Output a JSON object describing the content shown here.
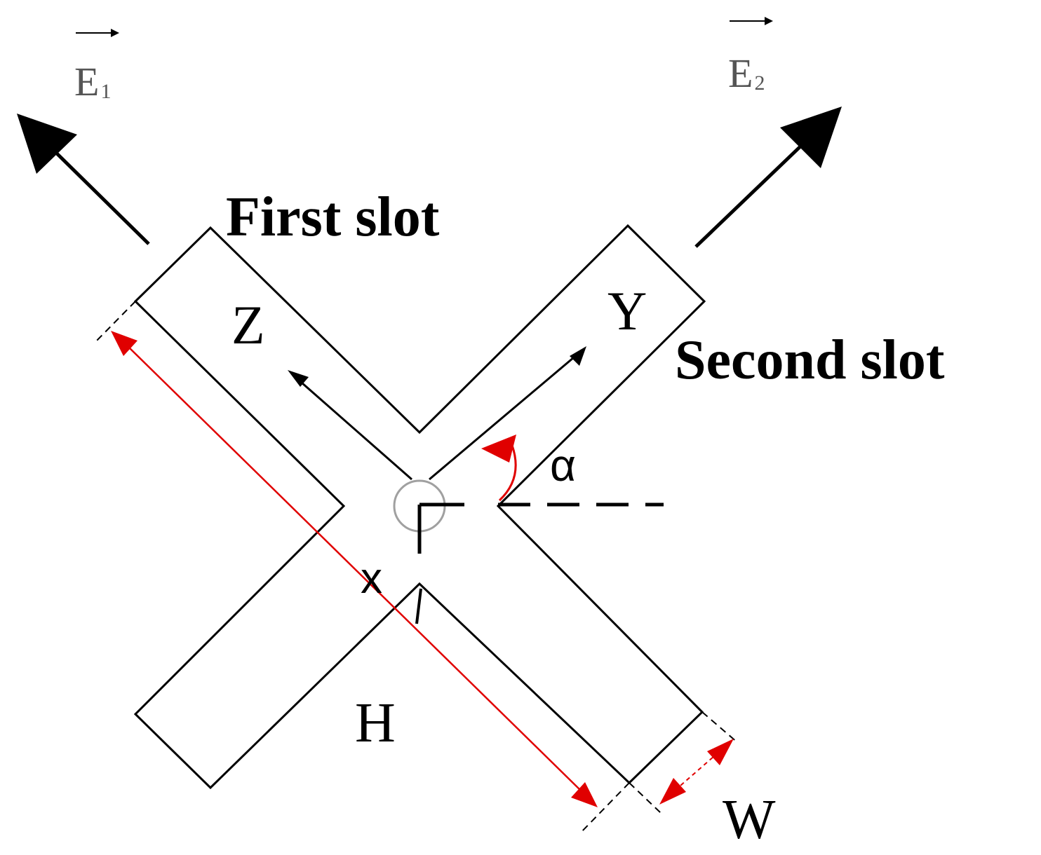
{
  "vectors": {
    "e1": "E",
    "e1_sub": "1",
    "e2": "E",
    "e2_sub": "2"
  },
  "slots": {
    "first": "First slot",
    "second": "Second slot"
  },
  "axes": {
    "z": "Z",
    "y": "Y",
    "x": "x"
  },
  "dimensions": {
    "angle": "α",
    "length": "H",
    "width": "W"
  },
  "colors": {
    "outline": "#000000",
    "dimension": "#e00000",
    "origin_circle": "#a0a0a0"
  }
}
